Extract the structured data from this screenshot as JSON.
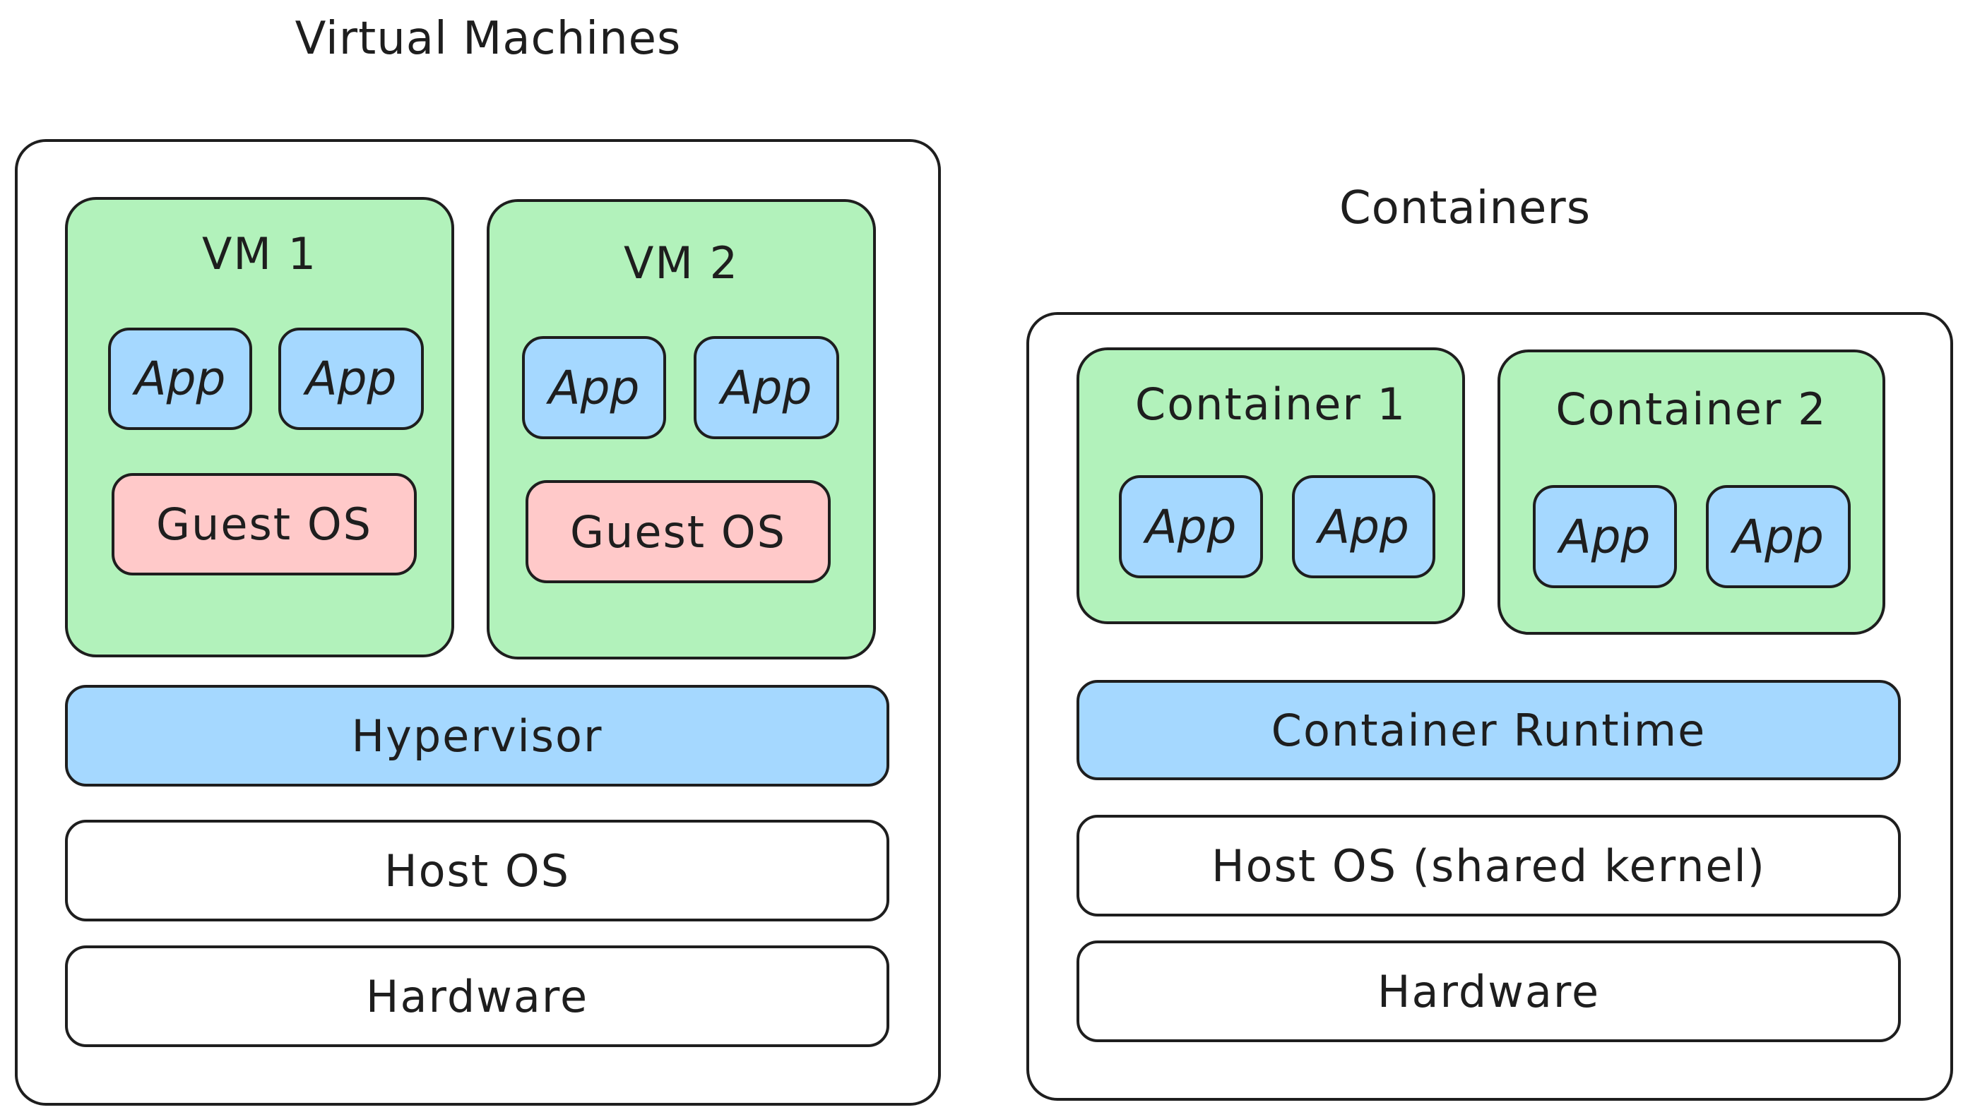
{
  "colors": {
    "stroke": "#1e1e1e",
    "group_fill": "#b2f2bb",
    "app_fill": "#a5d8ff",
    "guest_os_fill": "#ffc9c9",
    "layer_fill": "#ffffff"
  },
  "virtual_machines": {
    "title": "Virtual Machines",
    "vms": [
      {
        "label": "VM 1",
        "apps": [
          "App",
          "App"
        ],
        "guest_os": "Guest OS"
      },
      {
        "label": "VM 2",
        "apps": [
          "App",
          "App"
        ],
        "guest_os": "Guest OS"
      }
    ],
    "layers": [
      "Hypervisor",
      "Host OS",
      "Hardware"
    ]
  },
  "containers": {
    "title": "Containers",
    "groups": [
      {
        "label": "Container 1",
        "apps": [
          "App",
          "App"
        ]
      },
      {
        "label": "Container 2",
        "apps": [
          "App",
          "App"
        ]
      }
    ],
    "layers": [
      "Container Runtime",
      "Host OS (shared kernel)",
      "Hardware"
    ]
  }
}
